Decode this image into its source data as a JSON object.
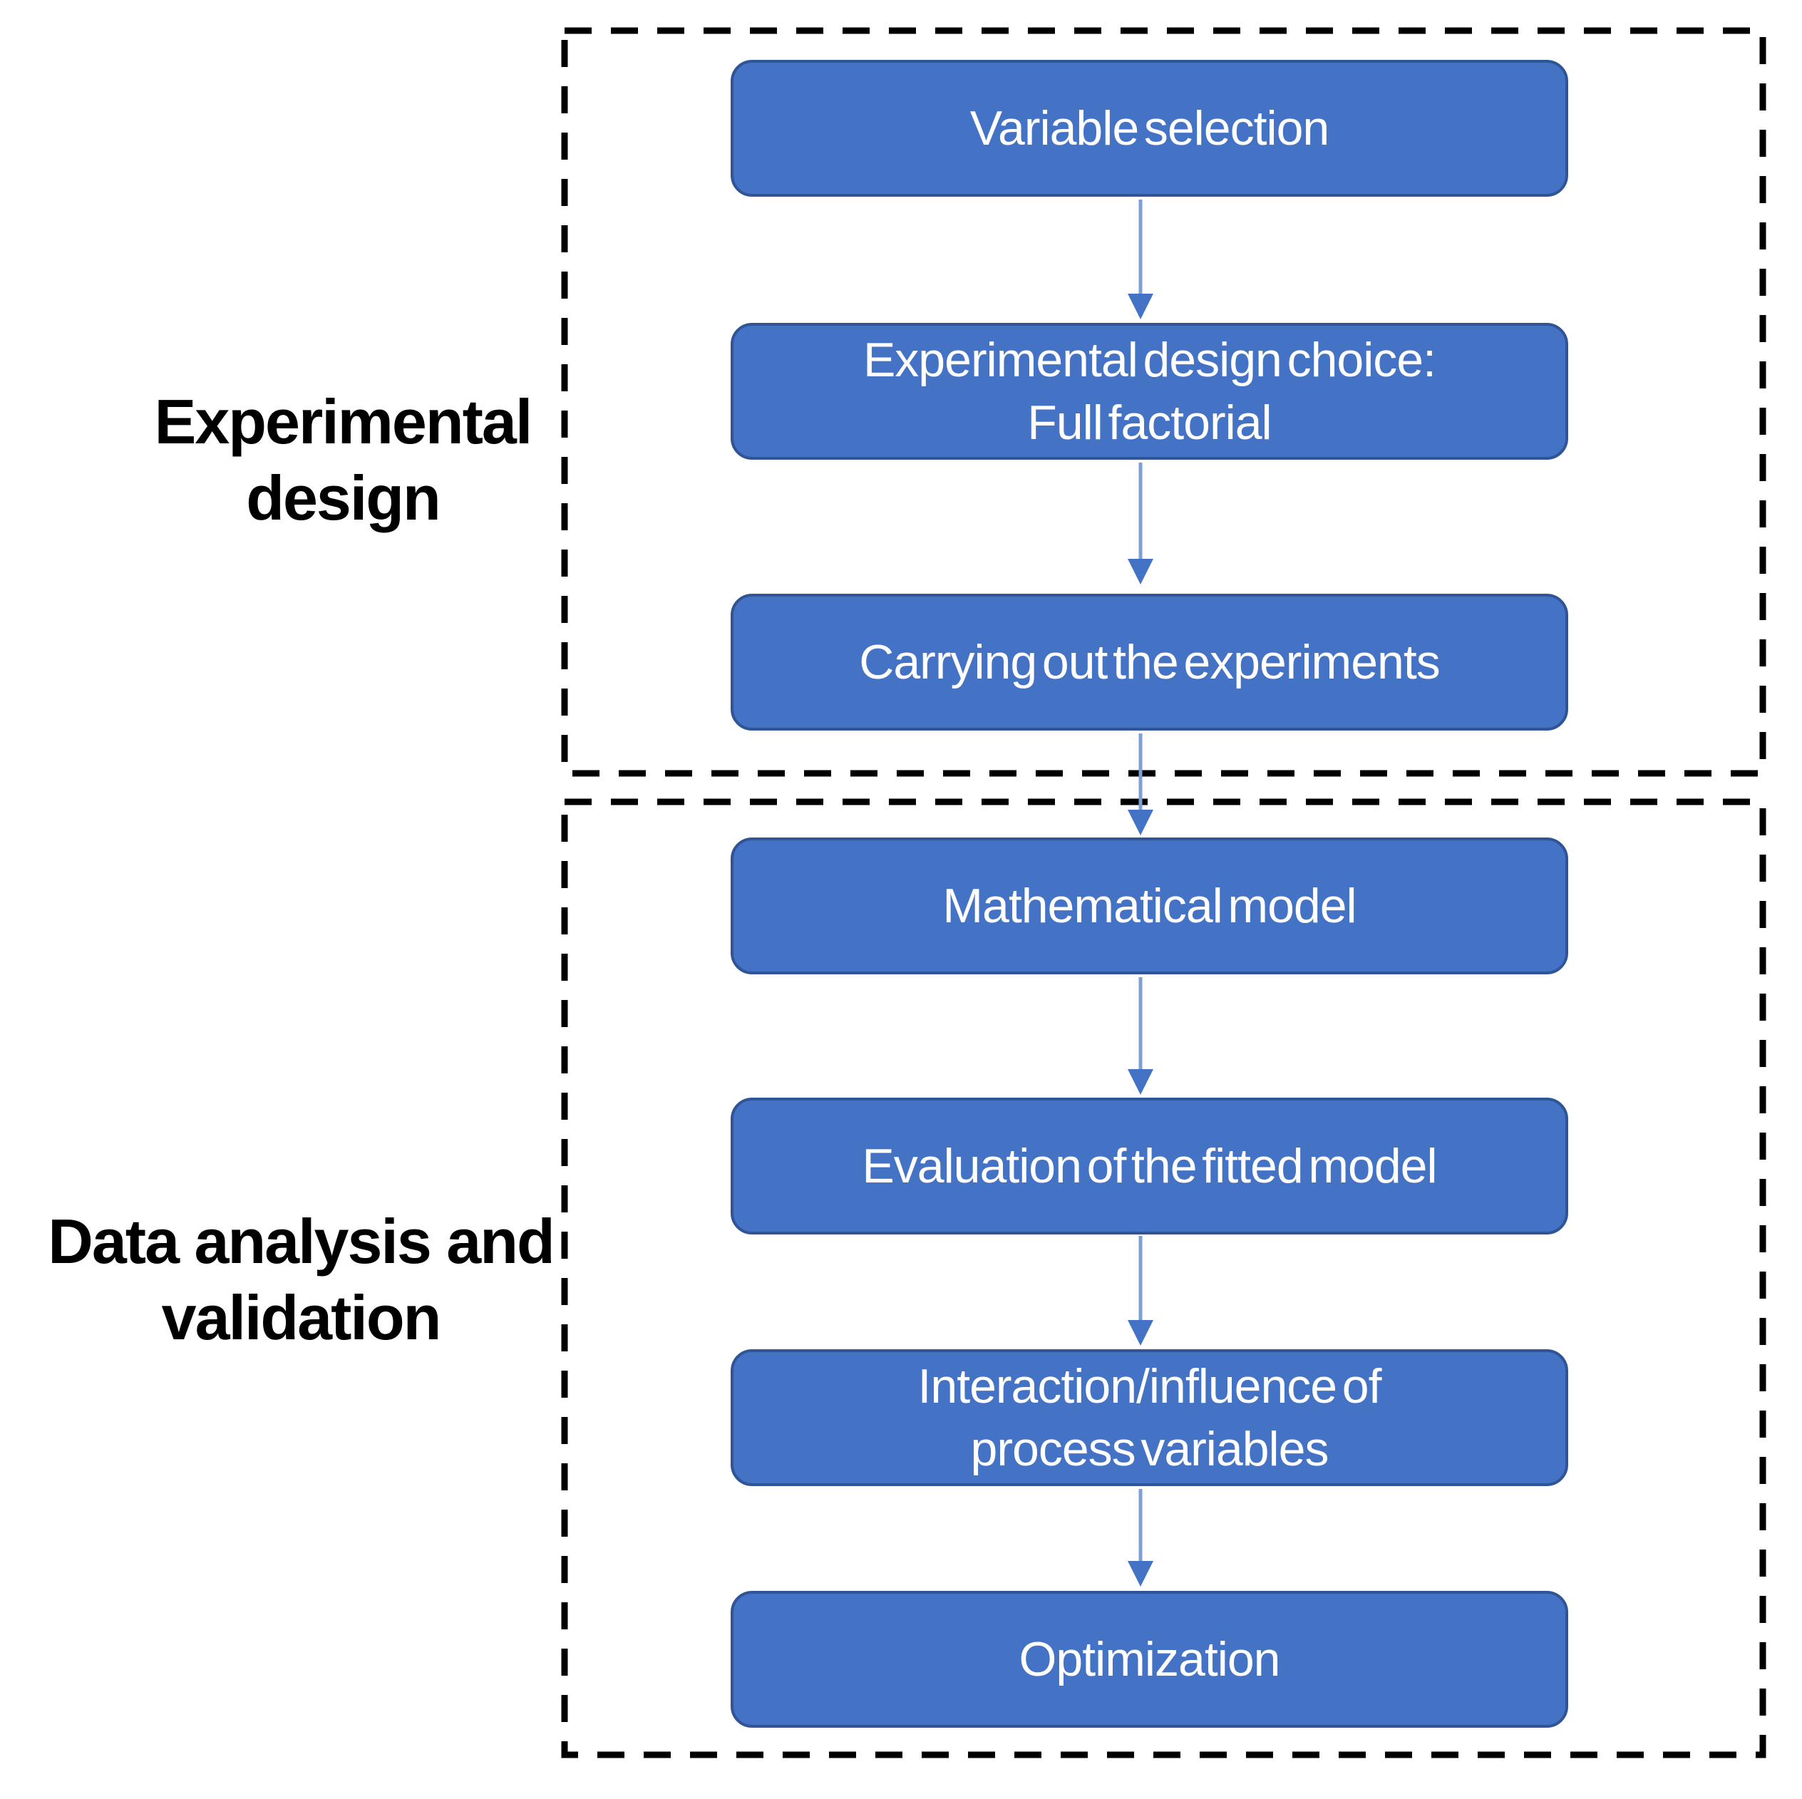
{
  "sections": [
    {
      "label": "Experimental\ndesign",
      "boxes": [
        "Variable selection",
        "Experimental design choice:\nFull factorial",
        "Carrying out the experiments"
      ]
    },
    {
      "label": "Data analysis and\nvalidation",
      "boxes": [
        "Mathematical model",
        "Evaluation of the fitted model",
        "Interaction/influence of\nprocess variables",
        "Optimization"
      ]
    }
  ],
  "colors": {
    "box_fill": "#4472C4",
    "box_border": "#2F5597",
    "box_text": "#FFFFFF",
    "arrow_stem": "#7D9FD8",
    "arrow_head": "#4472C4",
    "dashed_border": "#000000",
    "section_label_text": "#000000",
    "background": "#FFFFFF"
  }
}
